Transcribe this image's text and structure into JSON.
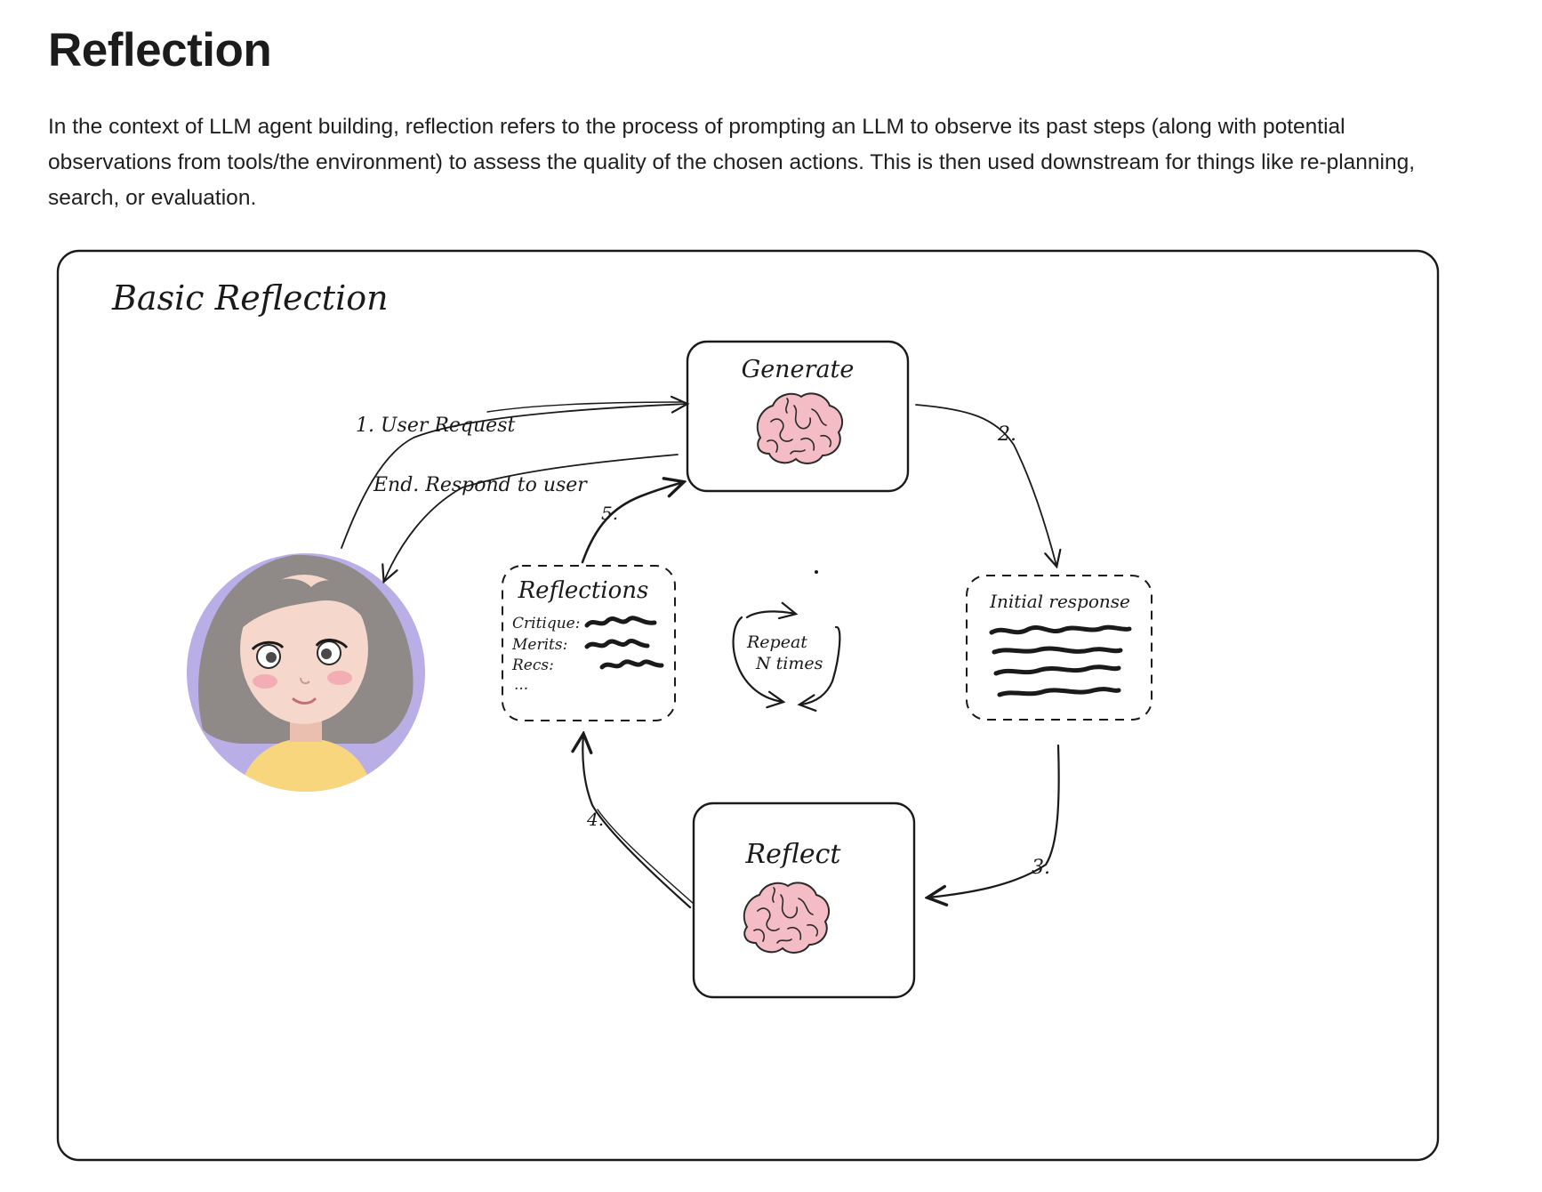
{
  "page": {
    "title": "Reflection",
    "intro": "In the context of LLM agent building, reflection refers to the process of prompting an LLM to observe its past steps (along with potential observations from tools/the environment) to assess the quality of the chosen actions. This is then used downstream for things like re-planning, search, or evaluation."
  },
  "diagram": {
    "title": "Basic Reflection",
    "nodes": {
      "generate": "Generate",
      "reflect": "Reflect",
      "initial_response": "Initial response",
      "reflections": {
        "title": "Reflections",
        "items": [
          "Critique:",
          "Merits:",
          "Recs:",
          "..."
        ]
      },
      "repeat_line1": "Repeat",
      "repeat_line2": "N times"
    },
    "edges": {
      "user_request": "1. User Request",
      "respond": "End. Respond to user",
      "step2": "2.",
      "step3": "3.",
      "step4": "4.",
      "step5": "5."
    },
    "icons": [
      "brain-icon",
      "user-avatar-icon"
    ],
    "colors": {
      "brain": "#f4bcc4",
      "avatar_bg": "#b9aee6",
      "hair": "#8f8a87",
      "skin": "#f5d7cb",
      "shirt": "#f8d67e"
    }
  }
}
